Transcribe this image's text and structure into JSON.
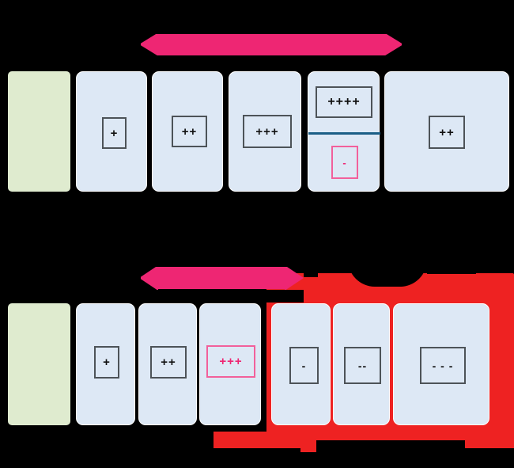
{
  "figure": {
    "background_color": "#000000",
    "card_fill": "#DDE8F5",
    "card_green_fill": "#DFEBCF",
    "symbol_border": "#4D5358",
    "pink_accent": "#EE2673",
    "pink_border": "#F2609B",
    "red_highlight": "#EE2222",
    "divider_blue": "#1B5E86"
  },
  "panels": [
    {
      "id": "top-panel",
      "name": "top-panel",
      "arrow": {
        "name": "pink-double-arrow",
        "color": "#EE2673",
        "direction": "double"
      },
      "cards": [
        {
          "name": "card-baseline",
          "fill": "green",
          "boxes": []
        },
        {
          "name": "card-plus-1",
          "fill": "blue",
          "boxes": [
            {
              "label": "+",
              "style": "dark"
            }
          ]
        },
        {
          "name": "card-plus-2",
          "fill": "blue",
          "boxes": [
            {
              "label": "++",
              "style": "dark"
            }
          ]
        },
        {
          "name": "card-plus-3",
          "fill": "blue",
          "boxes": [
            {
              "label": "+++",
              "style": "dark"
            }
          ]
        },
        {
          "name": "card-plus-4-minus-1",
          "fill": "blue",
          "divider": true,
          "boxes": [
            {
              "label": "++++",
              "style": "dark"
            },
            {
              "label": "-",
              "style": "pink"
            }
          ]
        },
        {
          "name": "card-plus-2-end",
          "fill": "blue",
          "boxes": [
            {
              "label": "++",
              "style": "dark"
            }
          ]
        }
      ]
    },
    {
      "id": "bottom-panel",
      "name": "bottom-panel",
      "arrow": {
        "name": "pink-double-arrow",
        "color": "#EE2673",
        "direction": "double"
      },
      "highlight": {
        "name": "red-highlight-band",
        "color": "#EE2222"
      },
      "cards": [
        {
          "name": "card-baseline",
          "fill": "green",
          "boxes": []
        },
        {
          "name": "card-plus-1",
          "fill": "blue",
          "boxes": [
            {
              "label": "+",
              "style": "dark"
            }
          ]
        },
        {
          "name": "card-plus-2",
          "fill": "blue",
          "boxes": [
            {
              "label": "++",
              "style": "dark"
            }
          ]
        },
        {
          "name": "card-plus-3",
          "fill": "blue",
          "boxes": [
            {
              "label": "+++",
              "style": "pink"
            }
          ]
        },
        {
          "name": "card-minus-1",
          "fill": "blue",
          "boxes": [
            {
              "label": "-",
              "style": "dark"
            }
          ]
        },
        {
          "name": "card-minus-2",
          "fill": "blue",
          "boxes": [
            {
              "label": "--",
              "style": "dark"
            }
          ]
        },
        {
          "name": "card-minus-3",
          "fill": "blue",
          "boxes": [
            {
              "label": "- - -",
              "style": "dark"
            }
          ]
        }
      ]
    }
  ],
  "labels": {
    "top_row_symbols": [
      "",
      "+",
      "++",
      "+++",
      "++++",
      "-",
      "++"
    ],
    "bottom_row_symbols": [
      "",
      "+",
      "++",
      "+++",
      "-",
      "--",
      "- - -"
    ]
  }
}
